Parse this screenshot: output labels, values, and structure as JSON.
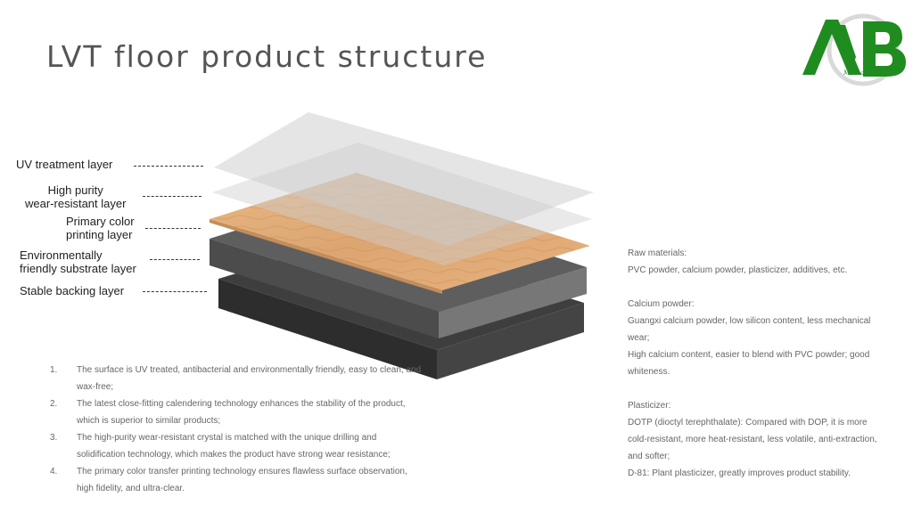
{
  "title": "LVT floor product structure",
  "logo": {
    "text": "Merbau Decorate",
    "icon": "mb-logo-icon",
    "color": "#1f8c1f"
  },
  "layers": [
    {
      "label": "UV treatment layer"
    },
    {
      "label": "High purity\nwear-resistant layer"
    },
    {
      "label": "Primary color\nprinting layer"
    },
    {
      "label": "Environmentally\nfriendly substrate layer"
    },
    {
      "label": "Stable backing layer"
    }
  ],
  "features": [
    {
      "num": "1.",
      "text": "The surface is UV treated, antibacterial and environmentally friendly, easy to clean, and wax-free;"
    },
    {
      "num": "2.",
      "text": "The latest close-fitting calendering technology enhances the stability of the product, which is superior to similar products;"
    },
    {
      "num": "3.",
      "text": "The high-purity wear-resistant crystal is matched with the unique drilling and solidification technology, which makes the product have strong wear resistance;"
    },
    {
      "num": "4.",
      "text": "The primary color transfer printing technology ensures flawless surface observation, high fidelity, and ultra-clear."
    }
  ],
  "notes": {
    "raw_heading": "Raw materials:",
    "raw_text": "PVC powder, calcium powder, plasticizer, additives, etc.",
    "calcium_heading": "Calcium powder:",
    "calcium_line1": "Guangxi calcium powder, low silicon content, less mechanical wear;",
    "calcium_line2": "High calcium content, easier to blend with PVC powder; good whiteness.",
    "plasticizer_heading": "Plasticizer:",
    "plasticizer_line1": "DOTP (dioctyl terephthalate): Compared with DOP, it is more cold-resistant, more heat-resistant, less volatile, anti-extraction, and softer;",
    "plasticizer_line2": "D-81: Plant plasticizer, greatly improves product stability."
  }
}
